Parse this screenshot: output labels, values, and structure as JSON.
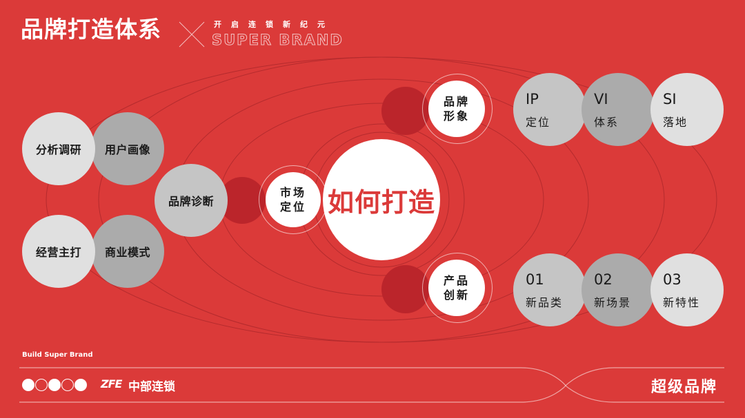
{
  "header": {
    "title": "品牌打造体系",
    "subtitle_cn": "开启连锁新纪元",
    "subtitle_en": "SUPER BRAND"
  },
  "diagram": {
    "center": "如何打造",
    "market": {
      "line1": "市场",
      "line2": "定位"
    },
    "brand_image": {
      "line1": "品牌",
      "line2": "形象"
    },
    "product_innovation": {
      "line1": "产品",
      "line2": "创新"
    },
    "diagnosis": "品牌诊断",
    "left_nodes": [
      "分析调研",
      "用户画像",
      "经营主打",
      "商业模式"
    ],
    "image_cards": [
      {
        "big": "IP",
        "small": "定位"
      },
      {
        "big": "VI",
        "small": "体系"
      },
      {
        "big": "SI",
        "small": "落地"
      }
    ],
    "product_cards": [
      {
        "big": "01",
        "small": "新品类"
      },
      {
        "big": "02",
        "small": "新场景"
      },
      {
        "big": "03",
        "small": "新特性"
      }
    ]
  },
  "footer": {
    "tagline": "Build Super Brand",
    "logo_en": "ZFE",
    "logo_cn": "中部连锁",
    "right_label": "超级品牌"
  },
  "colors": {
    "background": "#db3a39",
    "dark_red": "#bb252b",
    "light_gray": "#e0e0e0",
    "mid_gray": "#c5c5c5",
    "dark_gray": "#ababab"
  }
}
